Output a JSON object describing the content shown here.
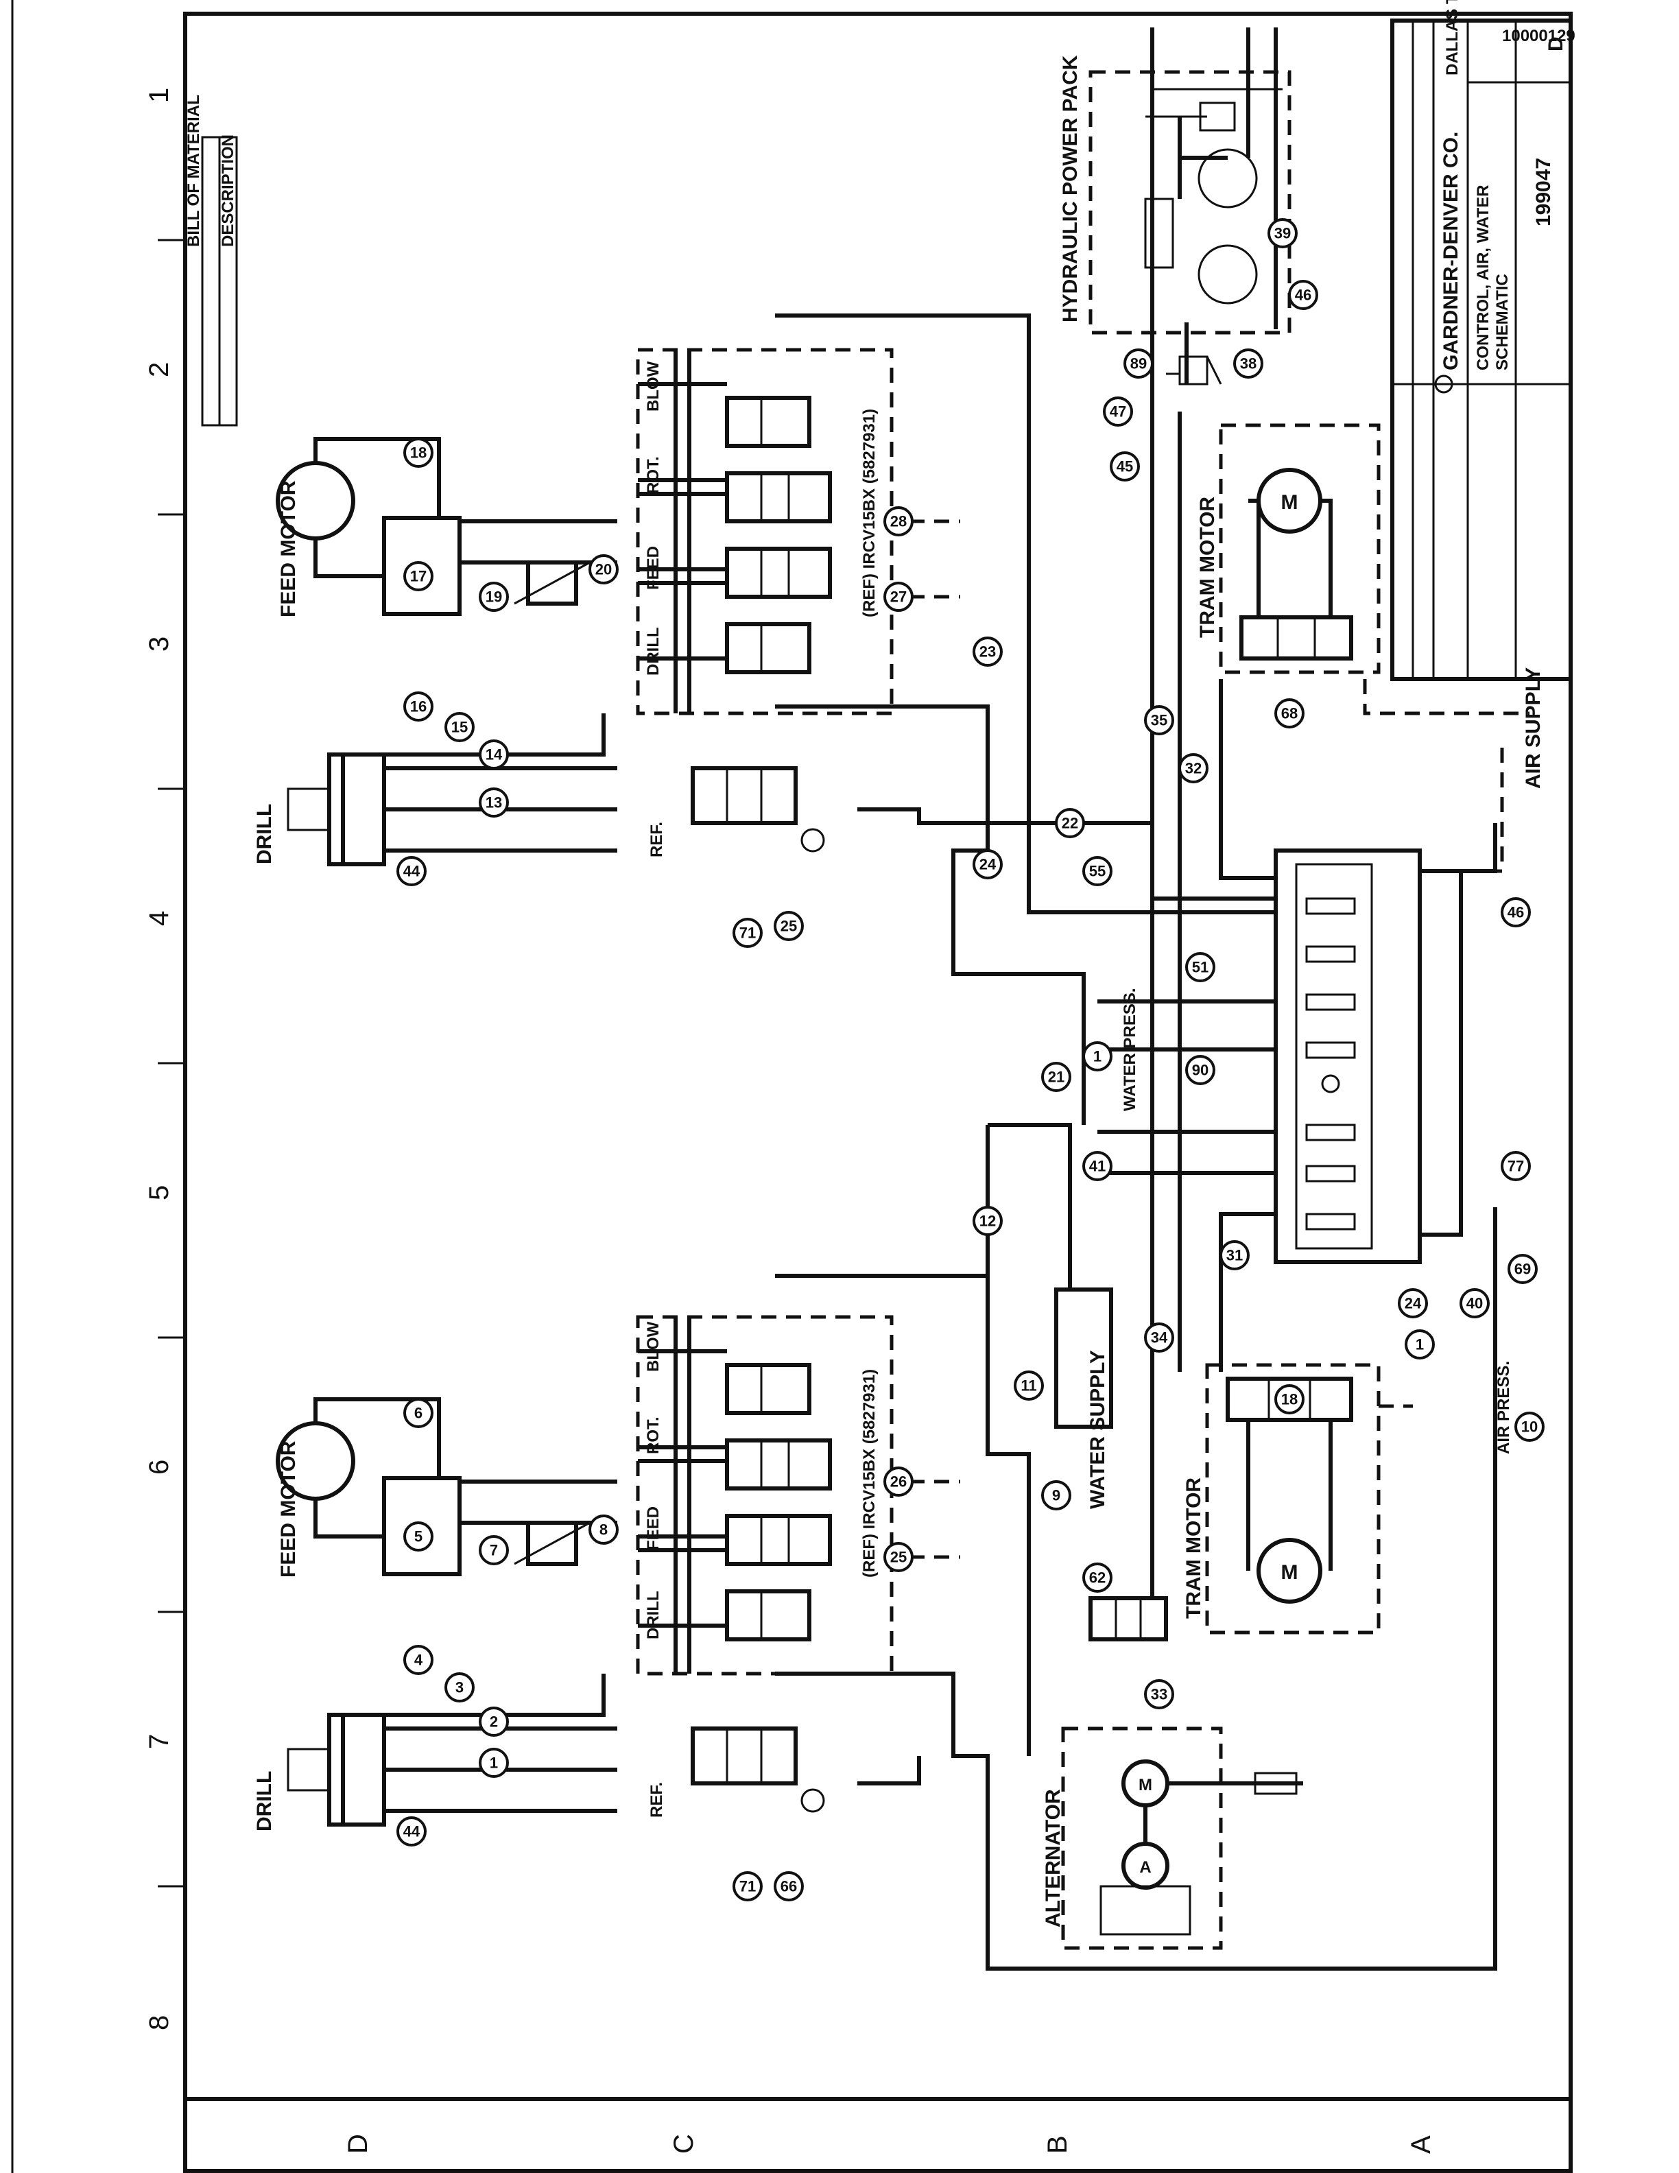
{
  "drawing": {
    "doc_id": "10000129",
    "company": "GARDNER-DENVER CO.",
    "location": "DALLAS TEXAS",
    "title_line1": "CONTROL, AIR, WATER",
    "title_line2": "SCHEMATIC",
    "drawing_number": "199047",
    "size_letter": "D",
    "bill_of_material_heading": "BILL OF MATERIAL",
    "description_heading": "DESCRIPTION"
  },
  "grid": {
    "columns": [
      "1",
      "2",
      "3",
      "4",
      "5",
      "6",
      "7",
      "8"
    ],
    "rows": [
      "D",
      "C",
      "B",
      "A"
    ]
  },
  "labels": {
    "hydraulic_power_pack": "HYDRAULIC POWER PACK",
    "tram_motor": "TRAM MOTOR",
    "air_supply": "AIR SUPPLY",
    "water_supply": "WATER SUPPLY",
    "water_press": "WATER PRESS.",
    "air_press": "AIR PRESS.",
    "alternator": "ALTERNATOR",
    "drill": "DRILL",
    "feed_motor": "FEED MOTOR",
    "ref_valve_upper": "(REF) IRCV15BX (5827931)",
    "ref_valve_lower": "(REF) IRCV15BX (5827931)",
    "ref_tag": "REF.",
    "spool_blow": "BLOW",
    "spool_rot": "ROT.",
    "spool_feed": "FEED",
    "spool_drill": "DRILL",
    "motor_m": "M",
    "generator_a": "A"
  }
}
